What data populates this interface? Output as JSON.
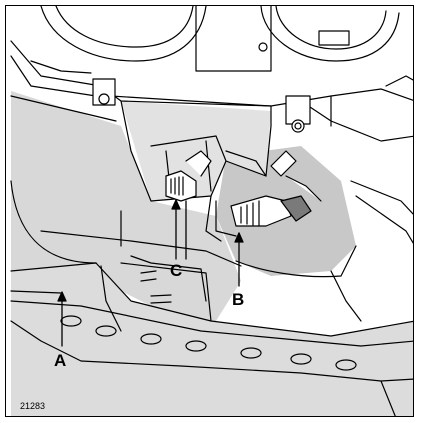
{
  "callouts": {
    "a": "A",
    "b": "B",
    "c": "C"
  },
  "figure_number": "21283",
  "colors": {
    "line": "#000000",
    "background": "#ffffff",
    "shade": "#cfcfcf",
    "dark": "#7a7a7a"
  }
}
